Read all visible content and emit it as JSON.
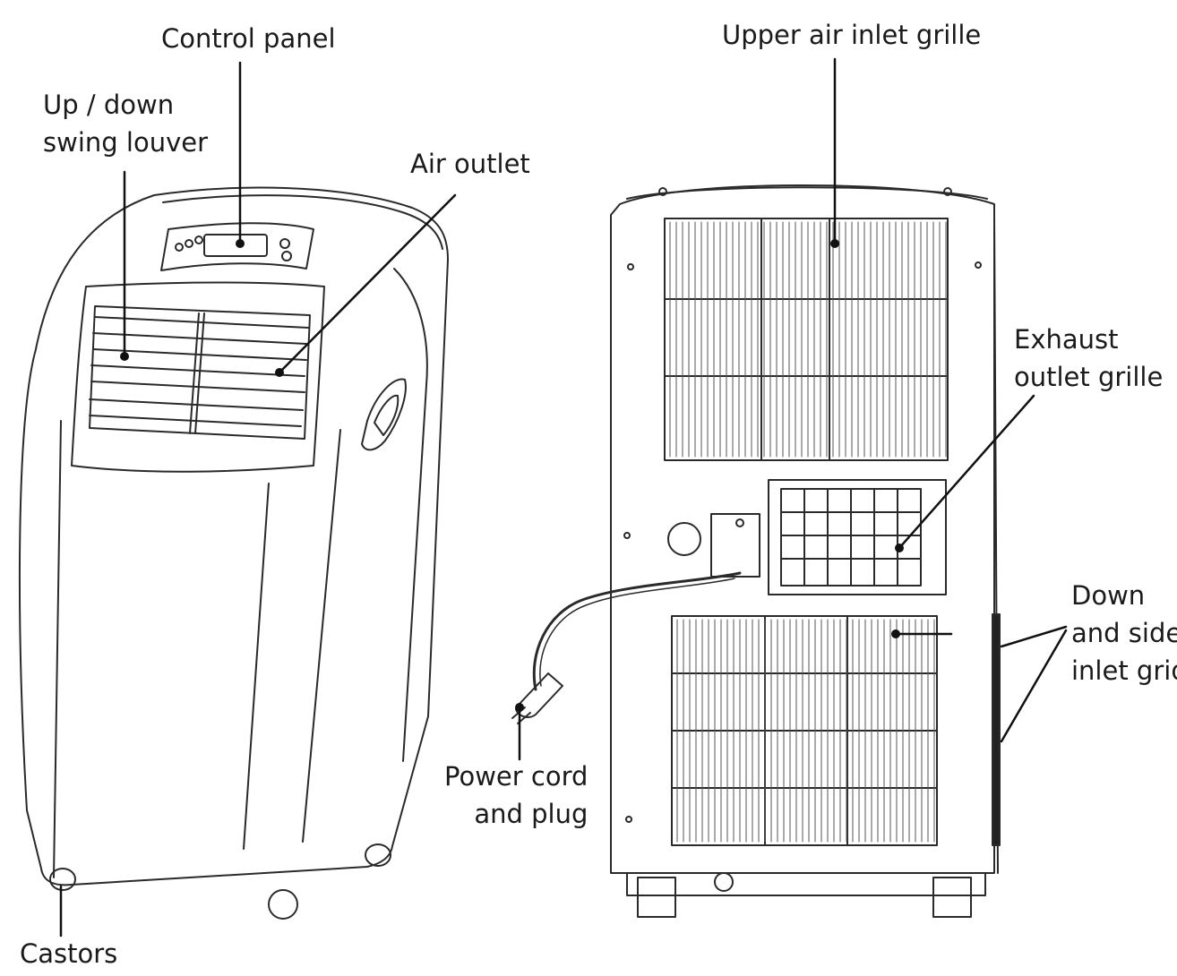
{
  "labels": {
    "control_panel": "Control panel",
    "swing_louver": [
      "Up / down",
      "swing louver"
    ],
    "air_outlet": "Air outlet",
    "castors": "Castors",
    "upper_air_inlet": "Upper air inlet grille",
    "exhaust_outlet": [
      "Exhaust",
      "outlet grille"
    ],
    "down_side_inlet": [
      "Down",
      "and side",
      "inlet grid"
    ],
    "power_cord": [
      "Power cord",
      "and plug"
    ]
  }
}
